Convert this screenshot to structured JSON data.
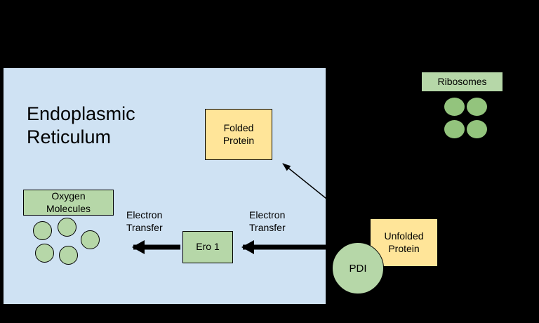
{
  "labels": {
    "endoplasmic_reticulum": "Endoplasmic Reticulum",
    "folded_protein": "Folded Protein",
    "ribosomes": "Ribosomes",
    "oxygen_molecules": "Oxygen Molecules",
    "electron_transfer_left": "Electron Transfer",
    "electron_transfer_right": "Electron Transfer",
    "ero1": "Ero 1",
    "unfolded_protein": "Unfolded Protein",
    "pdi": "PDI"
  },
  "colors": {
    "background": "#000000",
    "er_fill": "#cfe2f3",
    "protein_box_fill": "#ffe599",
    "green_fill": "#b6d7a8",
    "ribosome_fill": "#93c47d",
    "outline": "#000000",
    "text": "#000000",
    "arrow": "#000000"
  },
  "shapes": {
    "oxygen_circle_count": 5,
    "ribosome_circle_count": 4
  }
}
